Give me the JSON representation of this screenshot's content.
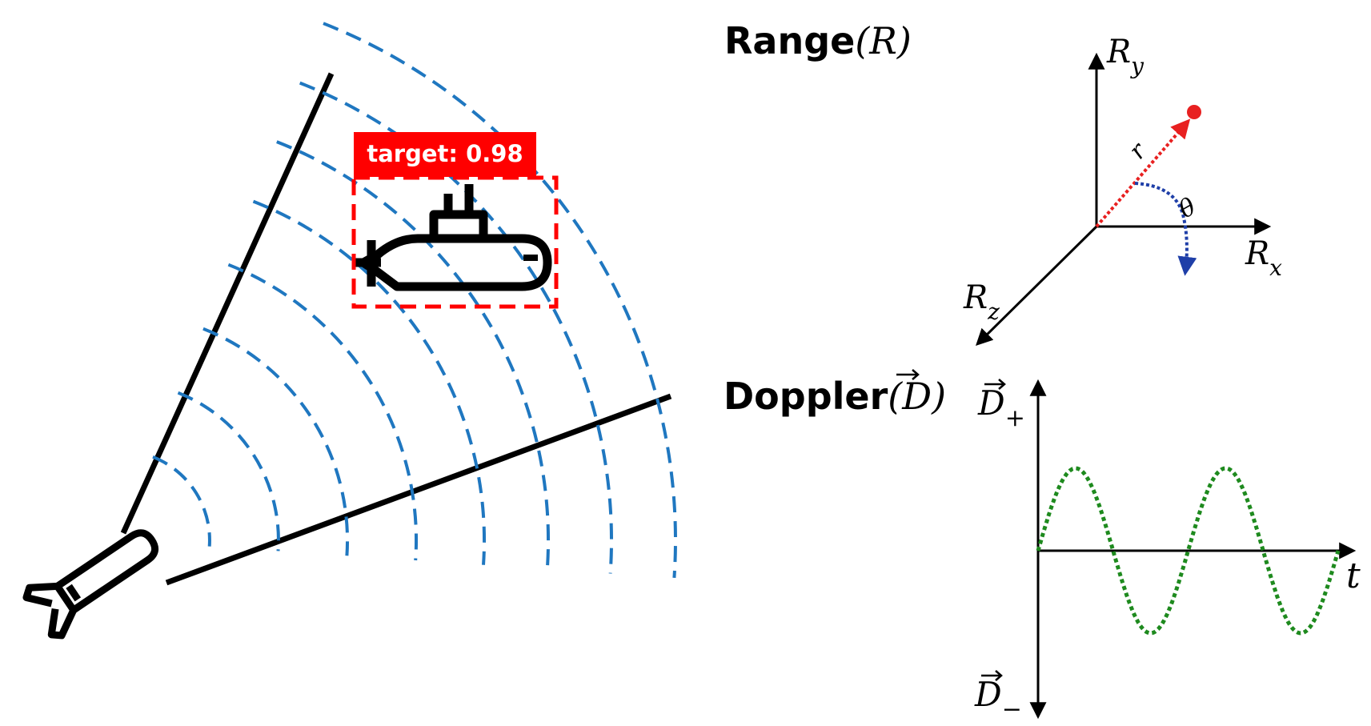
{
  "colors": {
    "wave": "#1f77c0",
    "detection_box": "#ff0000",
    "label_bg": "#ff0000",
    "label_text": "#ffffff",
    "range_vector": "#e82020",
    "angle_arc": "#1f3fa8",
    "doppler_curve": "#1e8a1e",
    "ink": "#000000"
  },
  "icons": {
    "emitter": "torpedo-icon",
    "target": "submarine-icon"
  },
  "detection": {
    "label": "target: 0.98",
    "score": 0.98
  },
  "range_panel": {
    "title": "Range",
    "symbol": "(R)",
    "axis_y": "R",
    "axis_y_sub": "y",
    "axis_x": "R",
    "axis_x_sub": "x",
    "axis_z": "R",
    "axis_z_sub": "z",
    "radius_label": "r",
    "angle_label": "θ"
  },
  "doppler_panel": {
    "title": "Doppler",
    "symbol_open": "(",
    "symbol_letter": "D",
    "symbol_close": ")",
    "top_label": "D",
    "top_sub": "+",
    "bottom_label": "D",
    "bottom_sub": "−",
    "time_label": "t",
    "waveform": {
      "type": "sine",
      "cycles": 2,
      "amplitude": 1
    }
  }
}
